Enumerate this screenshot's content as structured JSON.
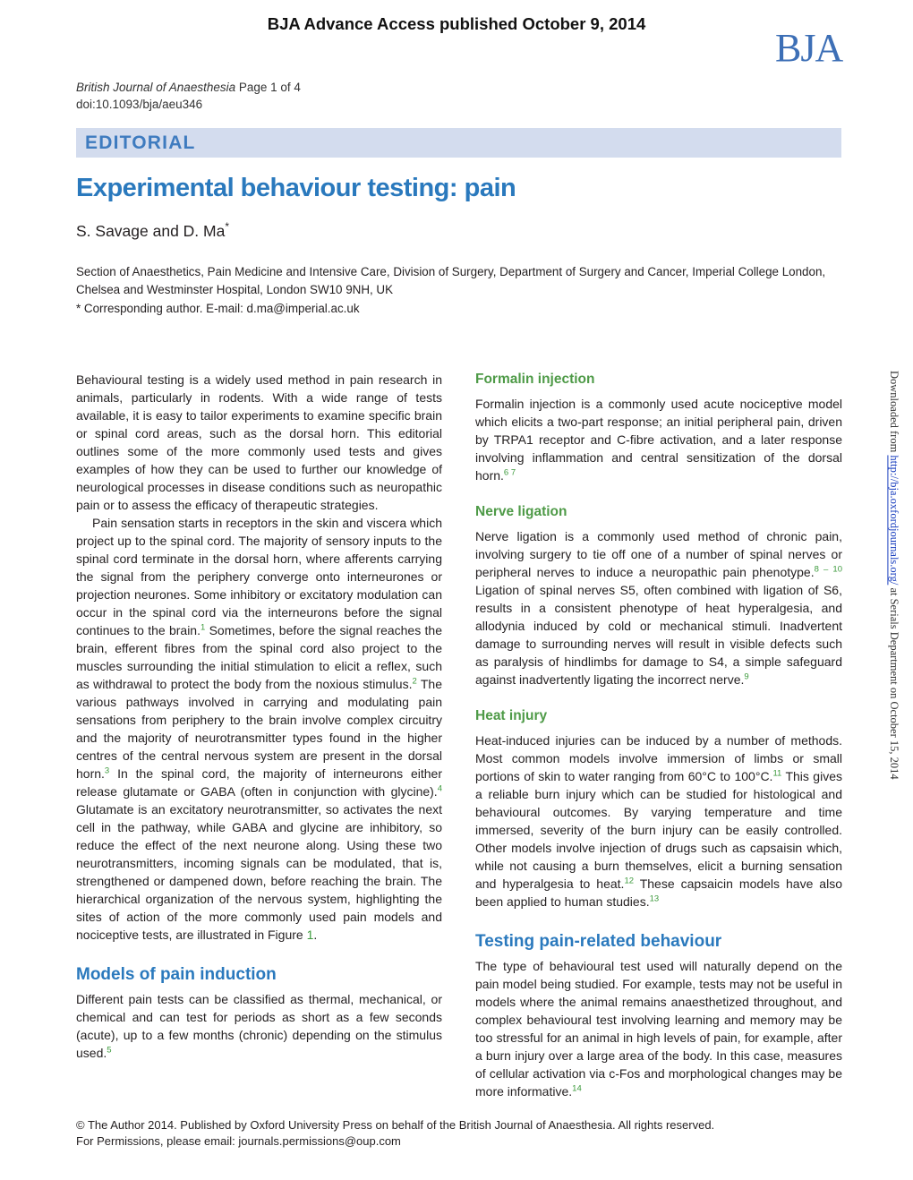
{
  "header": {
    "advance_access": "BJA Advance Access published October 9, 2014",
    "logo": "BJA",
    "journal": "British Journal of Anaesthesia",
    "page": "Page 1 of 4",
    "doi": "doi:10.1093/bja/aeu346",
    "section": "EDITORIAL"
  },
  "article": {
    "title": "Experimental behaviour testing: pain",
    "authors": "S. Savage and D. Ma",
    "author_mark": "*",
    "affiliation": "Section of Anaesthetics, Pain Medicine and Intensive Care, Division of Surgery, Department of Surgery and Cancer, Imperial College London, Chelsea and Westminster Hospital, London SW10 9NH, UK",
    "corresponding": "* Corresponding author. E-mail: d.ma@imperial.ac.uk"
  },
  "body": {
    "intro_p1": "Behavioural testing is a widely used method in pain research in animals, particularly in rodents. With a wide range of tests available, it is easy to tailor experiments to examine specific brain or spinal cord areas, such as the dorsal horn. This editorial outlines some of the more commonly used tests and gives examples of how they can be used to further our knowledge of neurological processes in disease conditions such as neuropathic pain or to assess the efficacy of therapeutic strategies.",
    "intro_p2_a": "Pain sensation starts in receptors in the skin and viscera which project up to the spinal cord. The majority of sensory inputs to the spinal cord terminate in the dorsal horn, where afferents carrying the signal from the periphery converge onto interneurones or projection neurones. Some inhibitory or excitatory modulation can occur in the spinal cord via the interneurons before the signal continues to the brain.",
    "ref_1": "1",
    "intro_p2_b": " Sometimes, before the signal reaches the brain, efferent fibres from the spinal cord also project to the muscles surrounding the initial stimulation to elicit a reflex, such as withdrawal to protect the body from the noxious stimulus.",
    "ref_2": "2",
    "intro_p2_c": " The various pathways involved in carrying and modulating pain sensations from periphery to the brain involve complex circuitry and the majority of neurotransmitter types found in the higher centres of the central nervous system are present in the dorsal horn.",
    "ref_3": "3",
    "intro_p2_d": " In the spinal cord, the majority of interneurons either release glutamate or GABA (often in conjunction with glycine).",
    "ref_4": "4",
    "intro_p2_e": " Glutamate is an excitatory neurotransmitter, so activates the next cell in the pathway, while GABA and glycine are inhibitory, so reduce the effect of the next neurone along. Using these two neurotransmitters, incoming signals can be modulated, that is, strengthened or dampened down, before reaching the brain. The hierarchical organization of the nervous system, highlighting the sites of action of the more commonly used pain models and nociceptive tests, are illustrated in Figure ",
    "figure_ref": "1",
    "intro_p2_f": ".",
    "models_heading": "Models of pain induction",
    "models_p": "Different pain tests can be classified as thermal, mechanical, or chemical and can test for periods as short as a few seconds (acute), up to a few months (chronic) depending on the stimulus used.",
    "ref_5": "5",
    "formalin_heading": "Formalin injection",
    "formalin_p": "Formalin injection is a commonly used acute nociceptive model which elicits a two-part response; an initial peripheral pain, driven by TRPA1 receptor and C-fibre activation, and a later response involving inflammation and central sensitization of the dorsal horn.",
    "ref_6_7": "6 7",
    "nerve_heading": "Nerve ligation",
    "nerve_p_a": "Nerve ligation is a commonly used method of chronic pain, involving surgery to tie off one of a number of spinal nerves or peripheral nerves to induce a neuropathic pain phenotype.",
    "ref_8_10": "8 – 10",
    "nerve_p_b": " Ligation of spinal nerves S5, often combined with ligation of S6, results in a consistent phenotype of heat hyperalgesia, and allodynia induced by cold or mechanical stimuli. Inadvertent damage to surrounding nerves will result in visible defects such as paralysis of hindlimbs for damage to S4, a simple safeguard against inadvertently ligating the incorrect nerve.",
    "ref_9": "9",
    "heat_heading": "Heat injury",
    "heat_p_a": "Heat-induced injuries can be induced by a number of methods. Most common models involve immersion of limbs or small portions of skin to water ranging from 60°C to 100°C.",
    "ref_11": "11",
    "heat_p_b": " This gives a reliable burn injury which can be studied for histological and behavioural outcomes. By varying temperature and time immersed, severity of the burn injury can be easily controlled. Other models involve injection of drugs such as capsaisin which, while not causing a burn themselves, elicit a burning sensation and hyperalgesia to heat.",
    "ref_12": "12",
    "heat_p_c": " These capsaicin models have also been applied to human studies.",
    "ref_13": "13",
    "testing_heading": "Testing pain-related behaviour",
    "testing_p": "The type of behavioural test used will naturally depend on the pain model being studied. For example, tests may not be useful in models where the animal remains anaesthetized throughout, and complex behavioural test involving learning and memory may be too stressful for an animal in high levels of pain, for example, after a burn injury over a large area of the body. In this case, measures of cellular activation via c-Fos and morphological changes may be more informative.",
    "ref_14": "14"
  },
  "side_stamp": {
    "prefix": "Downloaded from ",
    "url": "http://bja.oxfordjournals.org/",
    "suffix": " at Serials Department on October 15, 2014"
  },
  "footer": {
    "copyright": "© The Author 2014. Published by Oxford University Press on behalf of the British Journal of Anaesthesia. All rights reserved.",
    "permissions": "For Permissions, please email: journals.permissions@oup.com"
  },
  "colors": {
    "title_blue": "#2a79bd",
    "subheading_green": "#4e9a47",
    "section_bar": "#d3dcee",
    "logo_blue": "#3d6fb6"
  }
}
